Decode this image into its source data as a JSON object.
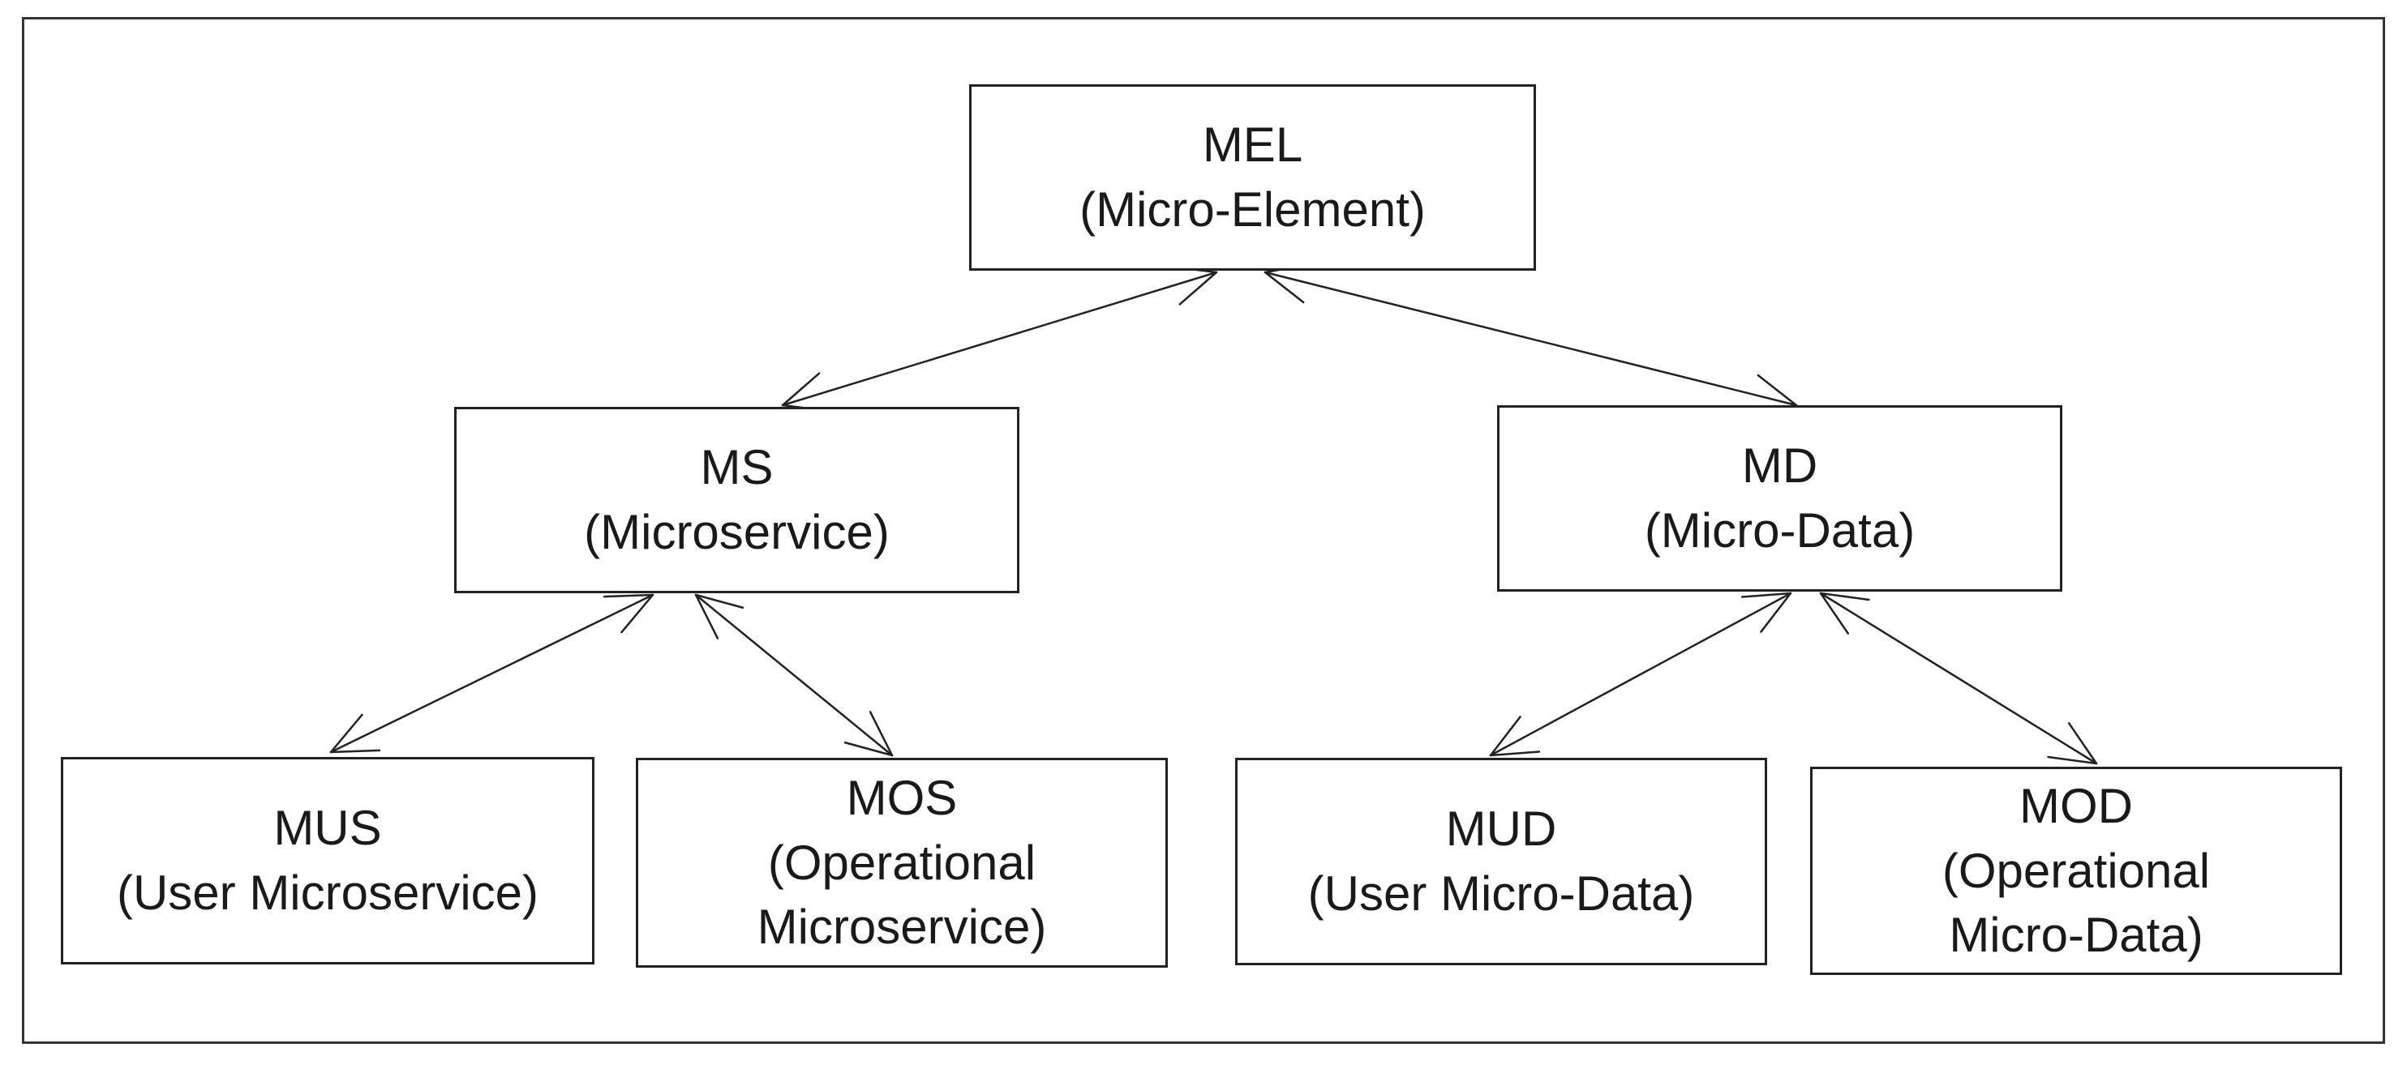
{
  "nodes": {
    "mel": {
      "name": "MEL",
      "desc": "(Micro-Element)"
    },
    "ms": {
      "name": "MS",
      "desc": "(Microservice)"
    },
    "md": {
      "name": "MD",
      "desc": "(Micro-Data)"
    },
    "mus": {
      "name": "MUS",
      "desc": "(User Microservice)"
    },
    "mos": {
      "name": "MOS",
      "desc_line1": "(Operational",
      "desc_line2": "Microservice)"
    },
    "mud": {
      "name": "MUD",
      "desc": "(User Micro-Data)"
    },
    "mod": {
      "name": "MOD",
      "desc_line1": "(Operational",
      "desc_line2": "Micro-Data)"
    }
  },
  "edges": [
    {
      "from": "MEL",
      "to": "MS",
      "direction": "bidirectional"
    },
    {
      "from": "MEL",
      "to": "MD",
      "direction": "bidirectional"
    },
    {
      "from": "MS",
      "to": "MUS",
      "direction": "bidirectional"
    },
    {
      "from": "MS",
      "to": "MOS",
      "direction": "bidirectional"
    },
    {
      "from": "MD",
      "to": "MUD",
      "direction": "bidirectional"
    },
    {
      "from": "MD",
      "to": "MOD",
      "direction": "bidirectional"
    }
  ],
  "colors": {
    "line": "#222222",
    "text": "#1a1a1a",
    "frame": "#333333",
    "background": "#ffffff"
  }
}
